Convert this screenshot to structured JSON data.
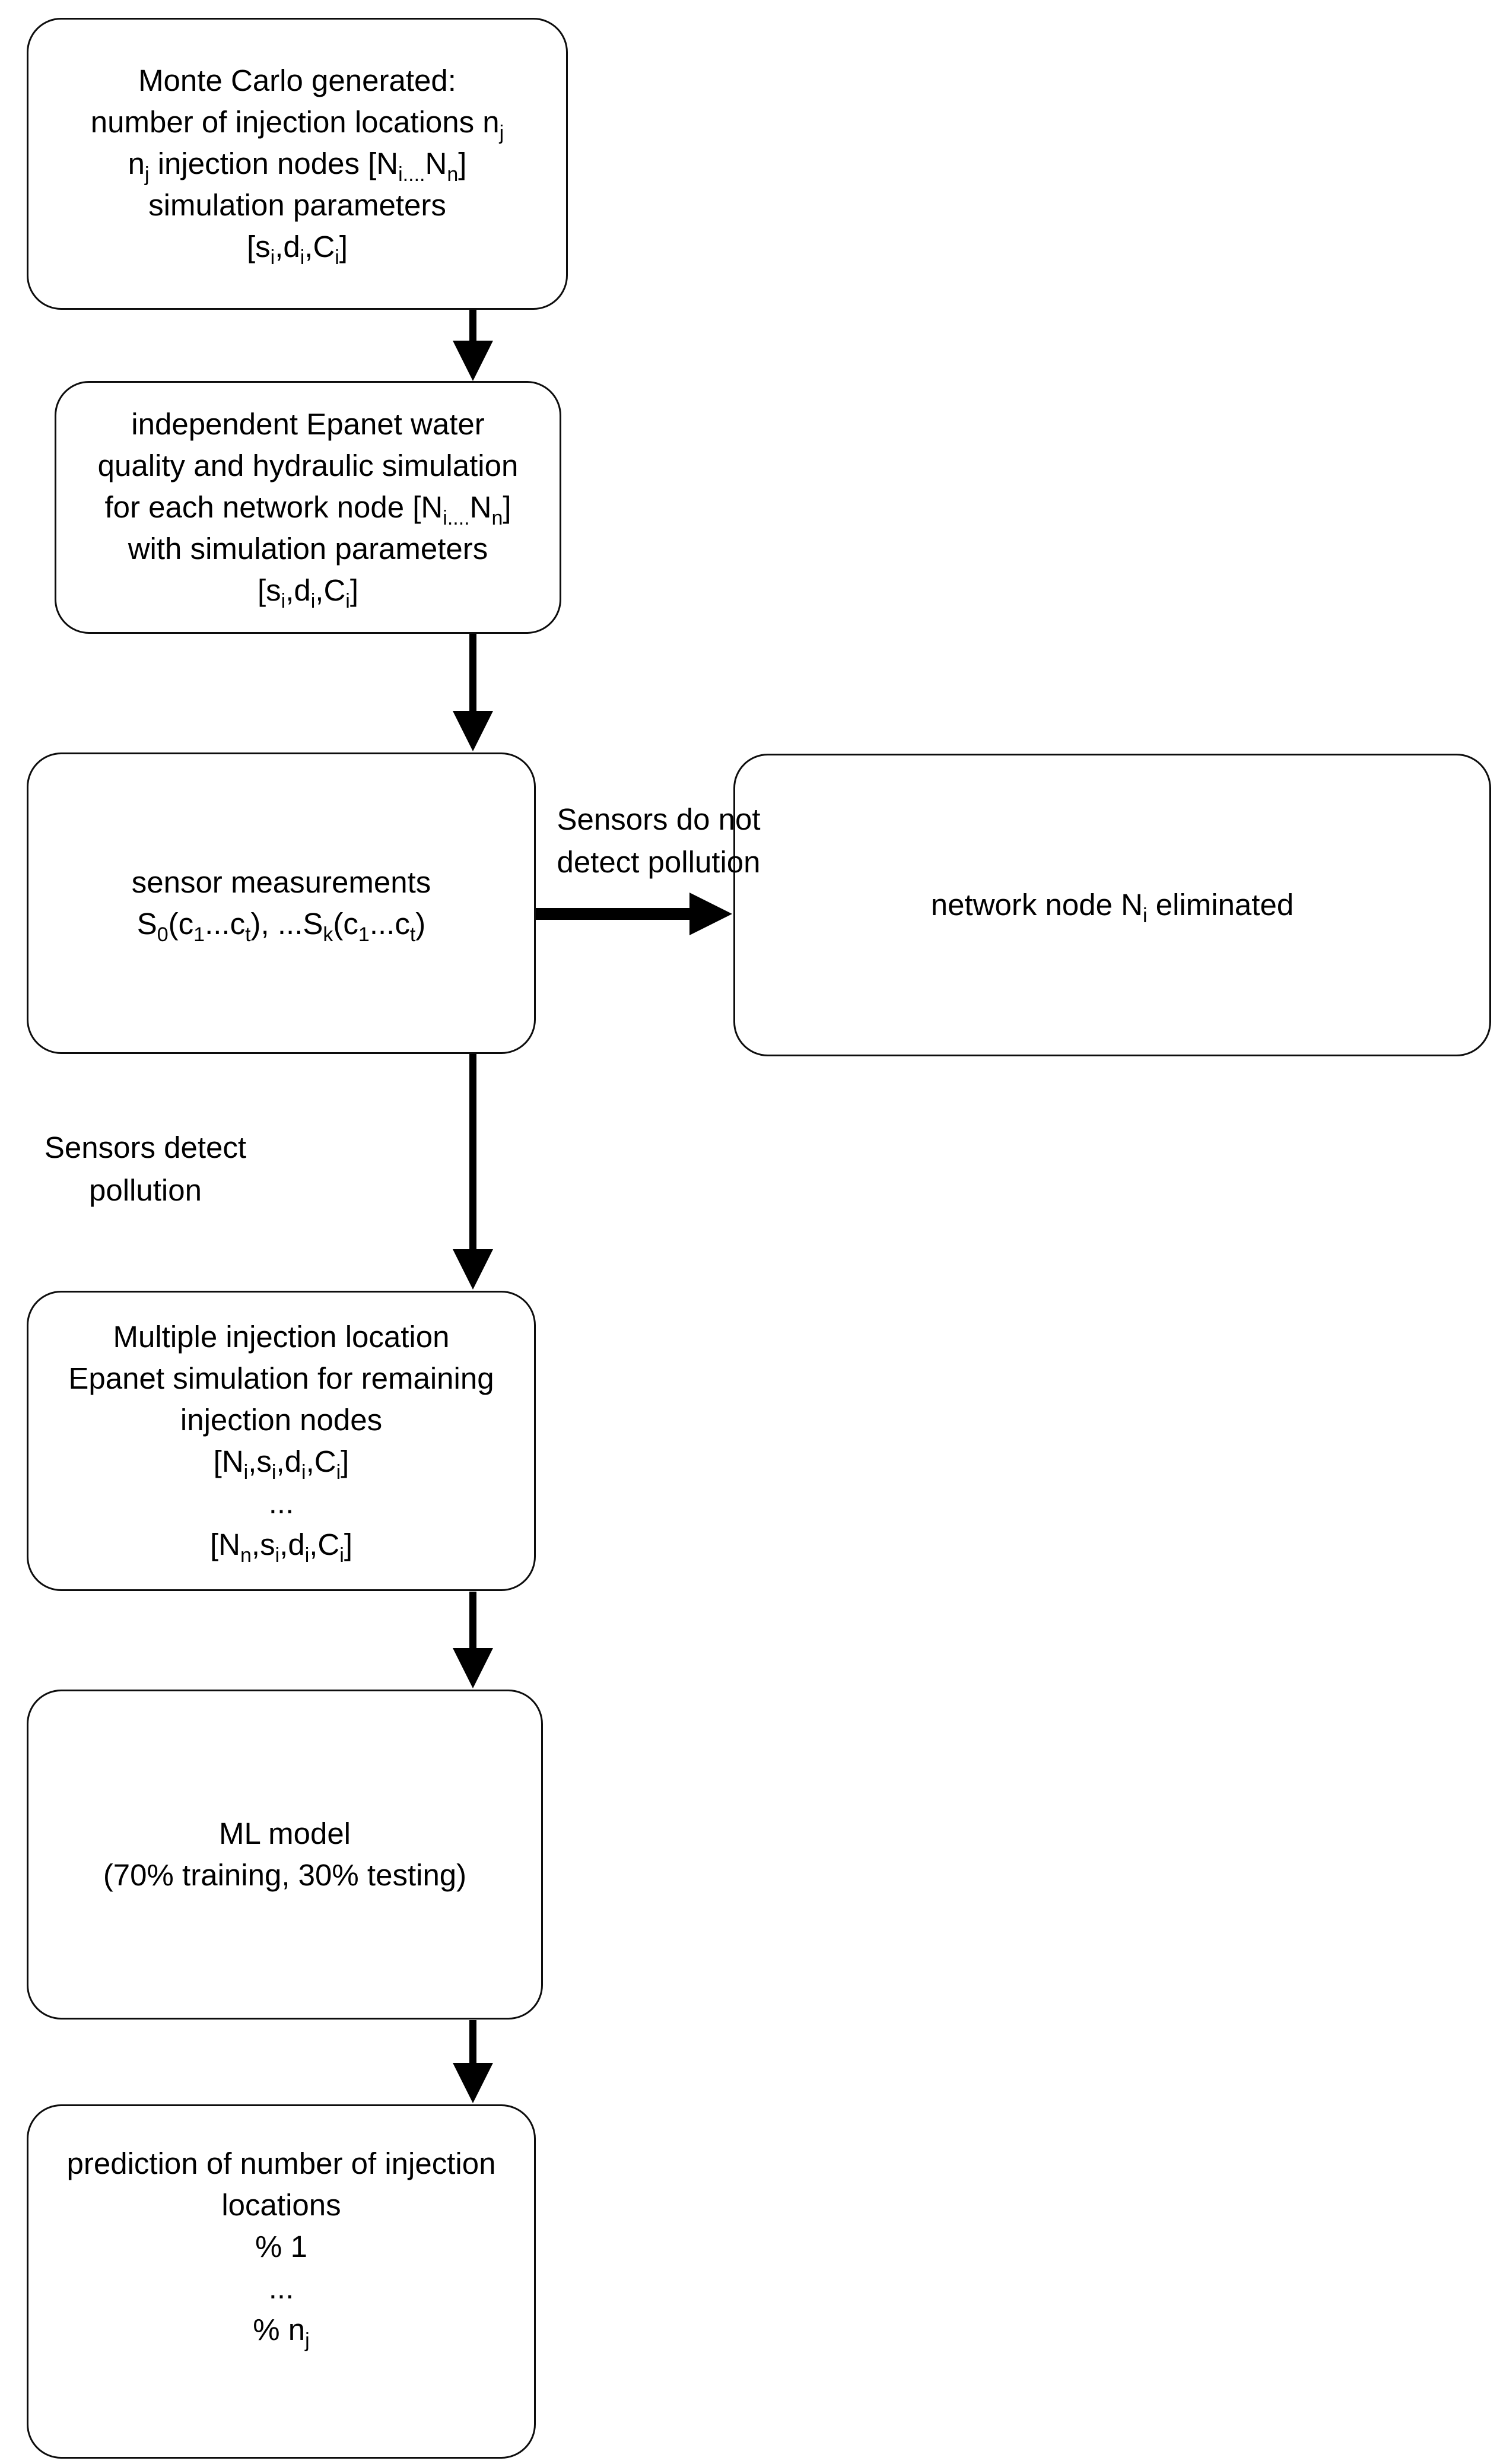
{
  "diagram": {
    "type": "flowchart",
    "colors": {
      "background": "#ffffff",
      "line": "#000000",
      "text": "#000000",
      "box_fill": "#ffffff"
    },
    "nodes": {
      "monte_carlo": {
        "lines": [
          "Monte Carlo generated:",
          "number of injection locations n_{j}",
          "n_{j} injection nodes [N_{i....}N_{n}]",
          "simulation parameters",
          "[s_{i},d_{i},C_{i}]"
        ]
      },
      "epanet_independent": {
        "lines": [
          "independent Epanet water",
          "quality and hydraulic simulation",
          "for each network node [N_{i....}N_{n}]",
          "with simulation parameters",
          "[s_{i},d_{i},C_{i}]"
        ]
      },
      "sensor_measurements": {
        "lines": [
          "sensor measurements",
          "S_{0}(c_{1}...c_{t}), ...S_{k}(c_{1}...c_{t})"
        ]
      },
      "node_eliminated": {
        "lines": [
          "network node N_{i} eliminated"
        ]
      },
      "multi_injection": {
        "lines": [
          "Multiple injection location",
          "Epanet simulation for remaining",
          "injection nodes",
          "[N_{i},s_{i},d_{i},C_{i}]",
          "...",
          "[N_{n},s_{i},d_{i},C_{i}]"
        ]
      },
      "ml_model": {
        "lines": [
          "ML model",
          "(70% training, 30% testing)"
        ]
      },
      "prediction": {
        "lines": [
          "prediction of number of injection",
          "locations",
          "% 1",
          "...",
          "% n_{j}"
        ]
      }
    },
    "edge_labels": {
      "no_detect": {
        "lines": [
          "Sensors do not",
          "detect pollution"
        ]
      },
      "detect": {
        "lines": [
          "Sensors detect",
          "pollution"
        ]
      }
    }
  }
}
